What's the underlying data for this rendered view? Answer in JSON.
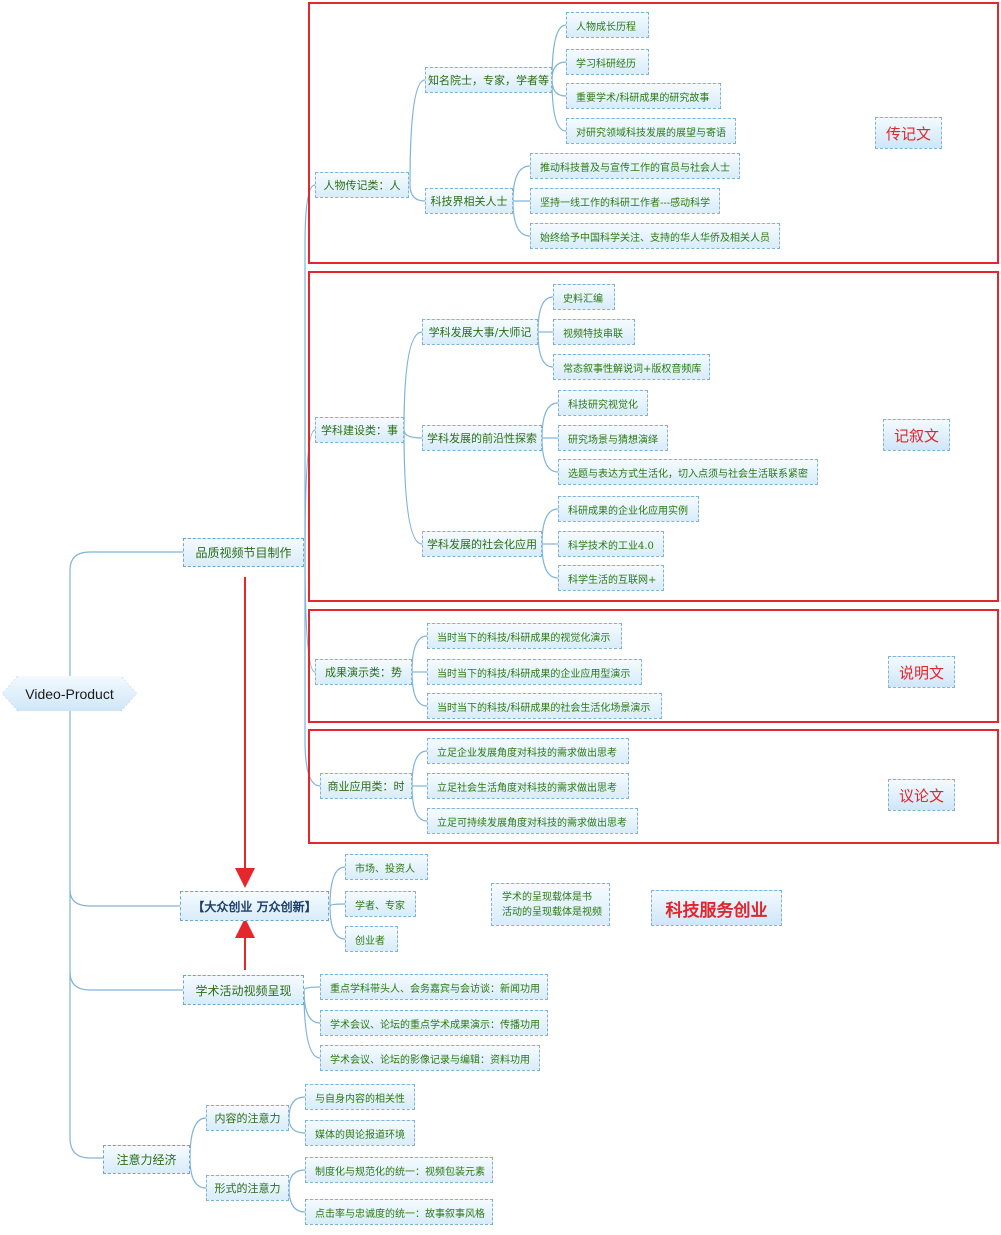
{
  "root": "Video-Product",
  "branches": {
    "quality": {
      "label": "品质视频节目制作",
      "people": {
        "label": "人物传记类：人",
        "academicians": {
          "label": "知名院士，专家，学者等",
          "items": [
            "人物成长历程",
            "学习科研经历",
            "重要学术/科研成果的研究故事",
            "对研究领域科技发展的展望与寄语"
          ]
        },
        "related": {
          "label": "科技界相关人士",
          "items": [
            "推动科技普及与宣传工作的官员与社会人士",
            "坚持一线工作的科研工作者---感动科学",
            "始终给予中国科学关注、支持的华人华侨及相关人员"
          ]
        }
      },
      "discipline": {
        "label": "学科建设类：事",
        "events": {
          "label": "学科发展大事/大师记",
          "items": [
            "史料汇编",
            "视频特技串联",
            "常态叙事性解说词+版权音频库"
          ]
        },
        "frontier": {
          "label": "学科发展的前沿性探索",
          "items": [
            "科技研究视觉化",
            "研究场景与猜想演绎",
            "选题与表达方式生活化，切入点须与社会生活联系紧密"
          ]
        },
        "social": {
          "label": "学科发展的社会化应用",
          "items": [
            "科研成果的企业化应用实例",
            "科学技术的工业4.0",
            "科学生活的互联网+"
          ]
        }
      },
      "results": {
        "label": "成果演示类：势",
        "items": [
          "当时当下的科技/科研成果的视觉化演示",
          "当时当下的科技/科研成果的企业应用型演示",
          "当时当下的科技/科研成果的社会生活化场景演示"
        ]
      },
      "business": {
        "label": "商业应用类：时",
        "items": [
          "立足企业发展角度对科技的需求做出思考",
          "立足社会生活角度对科技的需求做出思考",
          "立足可持续发展角度对科技的需求做出思考"
        ]
      }
    },
    "entrepreneurship": {
      "label": "【大众创业 万众创新】",
      "items": [
        "市场、投资人",
        "学者、专家",
        "创业者"
      ]
    },
    "academic": {
      "label": "学术活动视频呈现",
      "items": [
        "重点学科带头人、会务嘉宾与会访谈：新闻功用",
        "学术会议、论坛的重点学术成果演示：传播功用",
        "学术会议、论坛的影像记录与编辑：资料功用"
      ]
    },
    "attention": {
      "label": "注意力经济",
      "content": {
        "label": "内容的注意力",
        "items": [
          "与自身内容的相关性",
          "媒体的舆论报道环境"
        ]
      },
      "form": {
        "label": "形式的注意力",
        "items": [
          "制度化与规范化的统一：视频包装元素",
          "点击率与忠诚度的统一：故事叙事风格"
        ]
      }
    }
  },
  "tags": {
    "biography": "传记文",
    "narrative": "记叙文",
    "exposition": "说明文",
    "argument": "议论文",
    "tech_startup": "科技服务创业"
  },
  "note": {
    "line1": "学术的呈现载体是书",
    "line2": "活动的呈现载体是视频"
  },
  "colors": {
    "connector": "#7fb3d8",
    "group_border": "#e5262c",
    "arrow": "#e5262c",
    "node_text": "#2c7a12",
    "tag_text": "#e3242b"
  }
}
